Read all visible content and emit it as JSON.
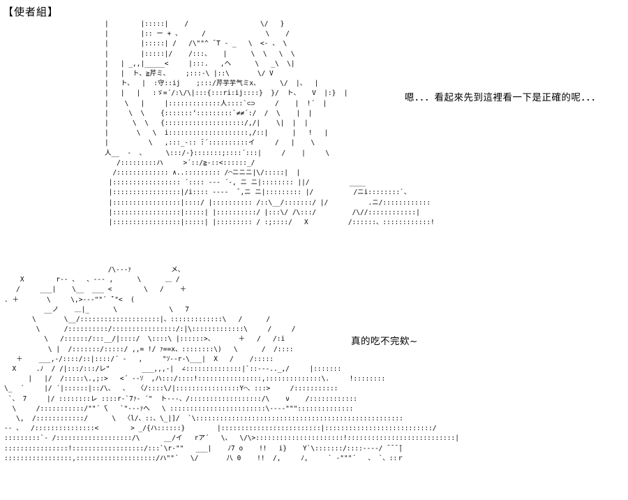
{
  "header": {
    "title": "【使者組】"
  },
  "dialogue": [
    "嗯．．．看起來先到這裡看一下是正確的呢．．．",
    "真的吃不完欸~"
  ],
  "art": {
    "top": "|        |:::::|    /                  \\/   }\n|        |:: ー + 、     /               \\    /\n|        |:::::| /   /\\\"\"^ ̄ T ‐ _   \\  <‐ 、 \\\n|        |:::::|/    /:::、   |      \\  \\   \\  \\\n|   | _,,|_____<     |:::.   ,ヘ      \\   _\\  \\|\n|   |  ト、≧芹ミ、    ;:::‐\\ |::\\       \\/ V\n|   ト、  |  :守::ij    ;:::/芹芋芋气ミx、     \\/  |、  |\n|   |   |   :ゞ=´/:\\/\\|:::{:::ri:ij::::}  }/  ト、   V  |:}  |\n|    \\   |     |:::::::::::::人::::`⊂⊃     /    |  !´  |\n|     \\  \\    {:::::::‘:::::::::`≠≠´:/  /  \\    |  |\n|      \\  \\   {::::::::::::::::::::/,/|    \\|  |  |\n|       \\   \\  i::::::::::::::::::::,/::|      |   !   |\n|          \\   ,:::_‐:: ̄:´::::::::::イ     /   |    \\\n人__  ‐  、     \\:::/‐}:::::::;::::´:::|     /    |     \\\n   /:::::::::ハ     >´::/≧‐::<::::::_/ \n  /::::::::::::: ∧..::::::::: /⌒ニニニ|\\/:::::|  |\n |::::::::::::::::: ´:::: ‐‐‐ ´‐, ニ ニ|:::::::: ||/          ____\n |:::::::::::::::::|/i:::: ‐‐‐‐  ̄ ,ニ ニ|::::::::: |/          /ニi::::::::`、\n |:::::::::::::::::|::::/ |:::::::::: /::\\__/:::::::/ |/          .ニ/::::::::::::\n |:::::::::::::::::|:::::| |::::::::::/ |:::\\/ /\\:::/         /\\//::::::::::::|\n |:::::::::::::::::|:::::| |::::::::: / :;::::/   X          /::::::、::::::::::::!",
    "bottom": "                          /\\‐‐‐ｧ          メ、\n    X        r‐‐ 、  、‐‐‐ ,      \\      ＿ /\n   /     ___|    \\__  ___ <        \\   /    ＋\n. ＋       \\     \\,>‐‐‐\"\"´ ̄`\"<  (\n          __ノ    ＿|_      \\             \\   7\n       \\       \\__/::::::::::::::::::::|、:::::::::::::\\   /      /\n        \\      /::::::::::/::::::::::::::::/:|\\:::::::::::::\\     /     /\n          \\   /::::::/:::__/|::::/  \\::::\\ |::::::>、      ＋   /   /:i\n           \\ |  /:::::::/:::::/ ,,= !/ ｧ==x、::::::::\\)   \\      /  /::::\n   ＋    ___,‐/::::/::|::::/´ ‐   ,     \"ｿ‐‐r‐\\___|  X   /    /:::::\n  X     .ﾉ  / /|:::/:::/レ\"        ___,,,‐|  ∠::::::::::::::|`::‐‐‐.._,/     |:::::::\n      |   |/  /:::::\\.,;:>   <´ ‐‐ｿ  ,ハ:::/::::!::::::::::::::::,::::::::::::::\\.     !::::::::\n\\_  ´     |/ ´|::::::|::/\\、  、  〈/::::\\/|::::::::::::::::Y⌒、:::>     /:::::::::::\n `、 7     |/ ::::::::レ ::::r‐`7ｧ‐ ´\"  ト‐‐‐、/::::::::::::::::::/\\    ν    /::::::::::::\n  \\     /:::::::::::/\"\"´ ̄\\   `\"‐‐‐ｧへ   \\ ::::::::::::::::::::::::\\‐‐‐‐\"\"\"::::::::::::::\n   \\,  /::::::::::::/      \\  〈l/、::、\\_|]/  `\\::::::::::::::::::::::::::::::::::::::::::::::::::::\n‐‐ 、  /:::::::::::::::<        > _/{ハ::::::}        |:::::::::::::::::::::::::|:::::::::::::::::::::::::::/\n:::::::::`‐ /:::::::::::::::::::/\\      __/イ   rア´   \\、  \\/\\>::::::::::::::::::::::!:::::::::::::::::::::::::::|\n::::::::::::::::!::::::::::::::::::/:::`\\r‐\"\"   ___|    ﾉ7 o    !!   i}    Y`\\:::::::/::::‐‐‐‐/ ̄ ̄ ̄ ̄|\n:::::::::::::::::,::::::::::::::::::::/ハ\"\"´   \\/       八 0    !!  /,     ﾉ,     ` ‐\"\"\"´   、 `、::ｒ"
  }
}
